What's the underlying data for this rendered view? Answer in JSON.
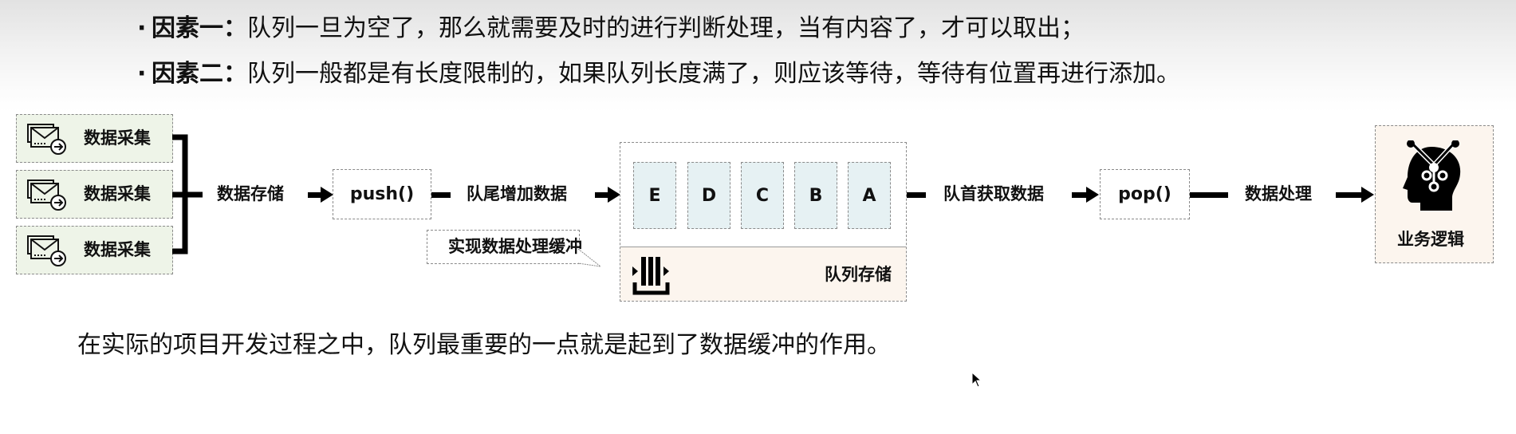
{
  "bullets": [
    {
      "dot": "·",
      "key": "因素一：",
      "text": "队列一旦为空了，那么就需要及时的进行判断处理，当有内容了，才可以取出；"
    },
    {
      "dot": "·",
      "key": "因素二：",
      "text": "队列一般都是有长度限制的，如果队列长度满了，则应该等待，等待有位置再进行添加。"
    }
  ],
  "diagram": {
    "producers": [
      {
        "icon": "mail-send-icon",
        "label": "数据采集"
      },
      {
        "icon": "mail-send-icon",
        "label": "数据采集"
      },
      {
        "icon": "mail-send-icon",
        "label": "数据采集"
      }
    ],
    "edge_store": "数据存储",
    "push_label": "push()",
    "edge_enqueue": "队尾增加数据",
    "queue": {
      "cells": [
        "E",
        "D",
        "C",
        "B",
        "A"
      ],
      "storage_label": "队列存储",
      "storage_icon": "queue-buffer-icon",
      "callout": "实现数据处理缓冲"
    },
    "edge_dequeue": "队首获取数据",
    "pop_label": "pop()",
    "edge_process": "数据处理",
    "consumer": {
      "icon": "head-network-icon",
      "label": "业务逻辑"
    }
  },
  "summary": "在实际的项目开发过程之中，队列最重要的一点就是起到了数据缓冲的作用。",
  "colors": {
    "producer_bg": "#eef4e8",
    "cell_bg": "#e6f1f3",
    "storage_bg": "#fcf5ee",
    "consumer_bg": "#fcf5ee"
  }
}
